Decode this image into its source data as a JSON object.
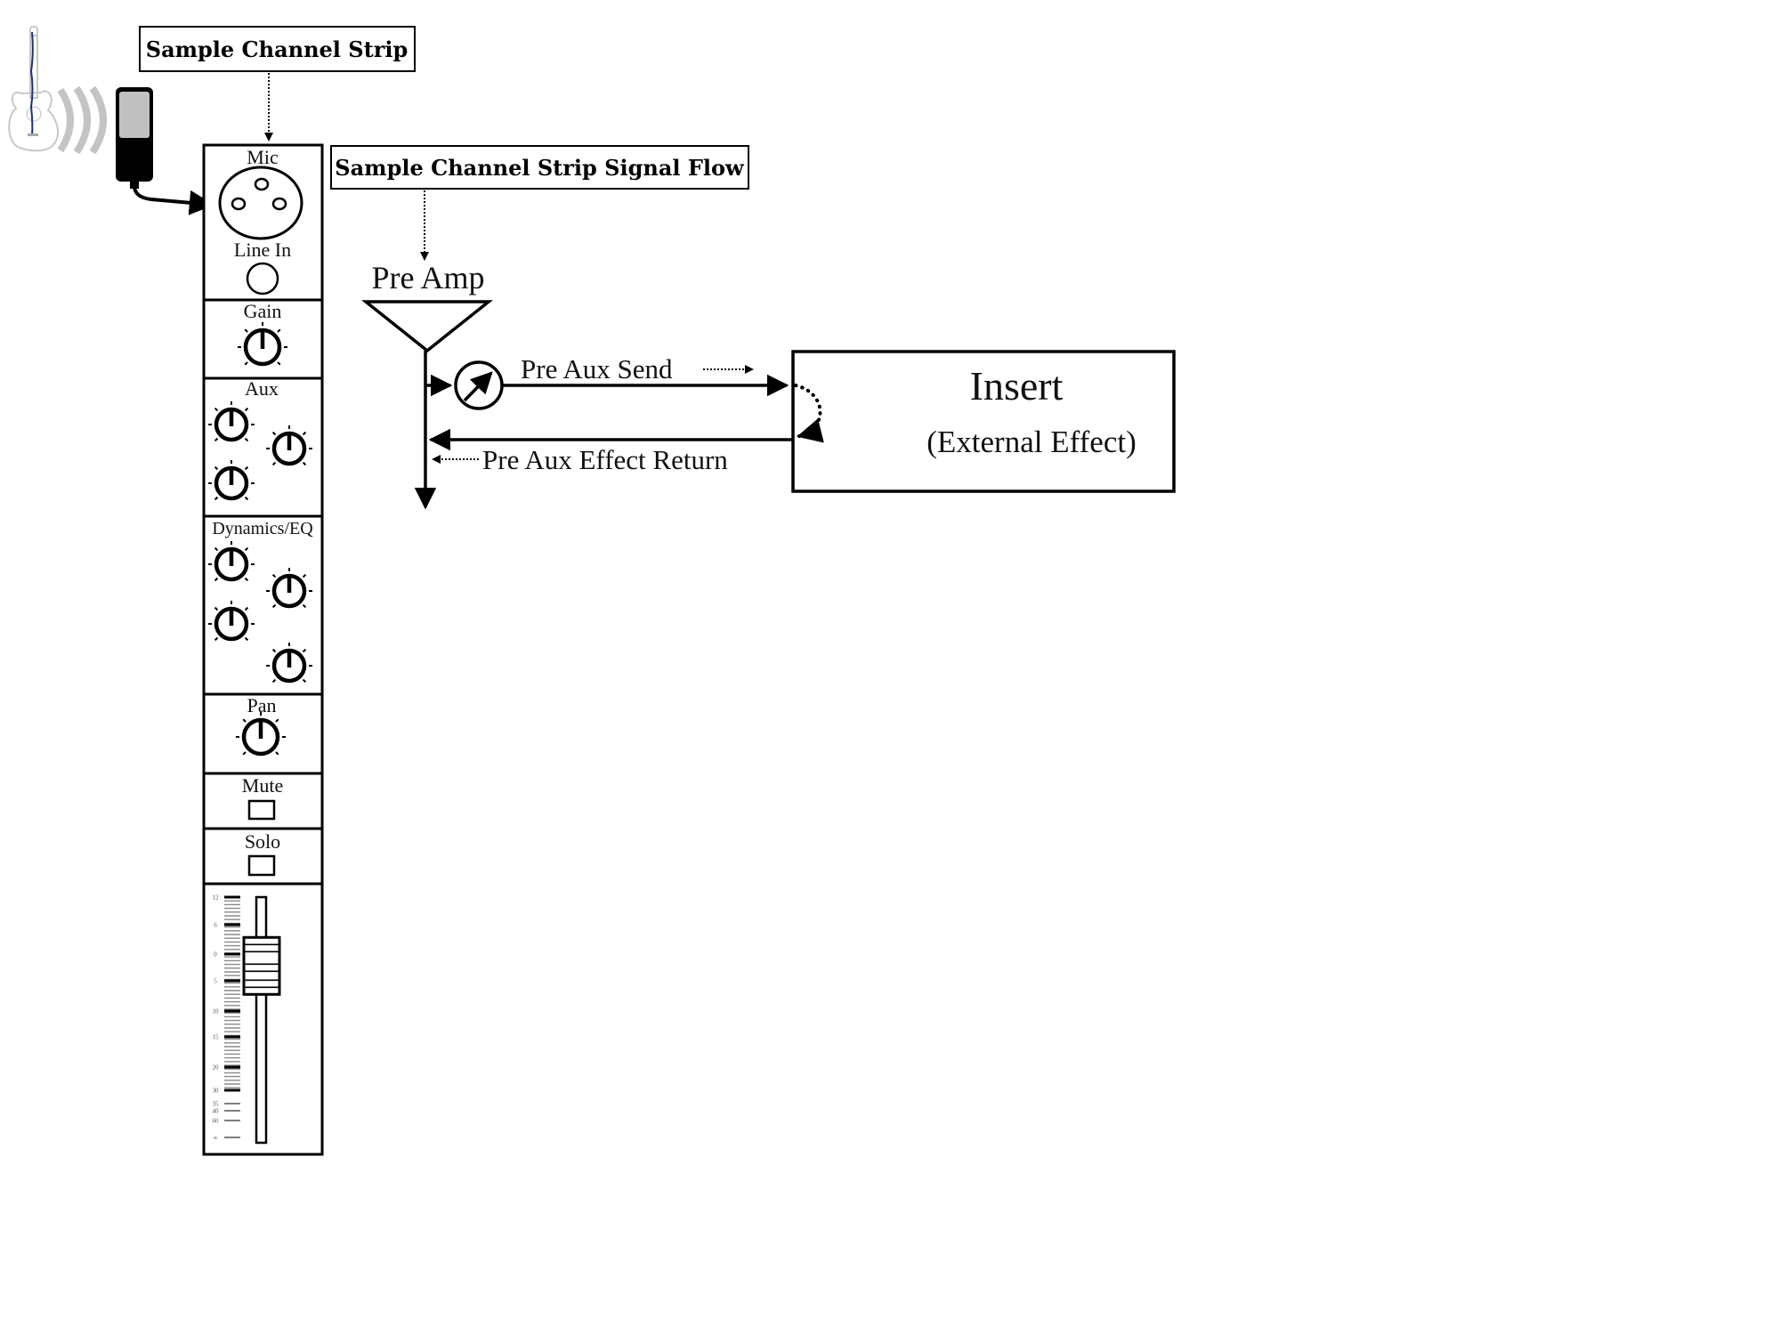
{
  "labels": {
    "channel_strip_title": "Sample Channel Strip",
    "signal_flow_title": "Sample Channel Strip Signal Flow"
  },
  "source": {
    "instrument_icon": "acoustic-guitar-icon",
    "sound_waves_icon": "sound-waves-icon",
    "microphone_icon": "microphone-icon",
    "colors": {
      "guitar_outline": "#c8c8c8",
      "guitar_string": "#1f2f7a",
      "waves": "#c4c4c4",
      "mic_head": "#c0c0c0",
      "mic_body": "#000000"
    }
  },
  "channel_strip": {
    "sections": {
      "input": {
        "mic_label": "Mic",
        "line_in_label": "Line In"
      },
      "gain": {
        "label": "Gain",
        "knob_min": "-16",
        "knob_max": "+16"
      },
      "aux": {
        "label": "Aux",
        "knob_count": 3,
        "knob_min": "-16",
        "knob_max": "+16"
      },
      "dynamics_eq": {
        "label": "Dynamics/EQ",
        "knob_count": 4,
        "knob_min": "-15",
        "knob_max": "+15"
      },
      "pan": {
        "label": "Pan",
        "knob_min": "-15",
        "knob_max": "+15"
      },
      "mute": {
        "label": "Mute"
      },
      "solo": {
        "label": "Solo"
      },
      "fader": {
        "scale": [
          "12",
          "6",
          "0",
          "5",
          "10",
          "15",
          "20",
          "30",
          "35",
          "40",
          "60",
          "∞"
        ],
        "level_fraction": 0.72
      }
    }
  },
  "signal_flow": {
    "pre_amp_label": "Pre Amp",
    "pre_aux_send_label": "Pre Aux Send",
    "pre_aux_return_label": "Pre Aux Effect Return",
    "insert": {
      "title": "Insert",
      "subtitle": "(External Effect)"
    }
  },
  "colors": {
    "line": "#000000",
    "background": "#ffffff"
  }
}
